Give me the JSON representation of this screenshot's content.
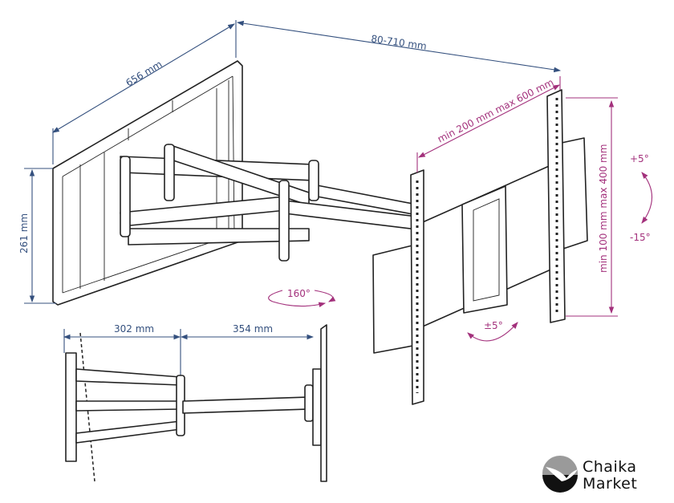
{
  "dimensions": {
    "plate_width": "656 mm",
    "extension": "80-710 mm",
    "plate_height": "261 mm",
    "vesa_horizontal": "min 200 mm max 600 mm",
    "vesa_vertical": "min 100 mm max 400 mm",
    "arm_segment_1": "302 mm",
    "arm_segment_2": "354 mm"
  },
  "angles": {
    "swivel": "160°",
    "tilt_up": "+5°",
    "tilt_down": "-15°",
    "level": "±5°"
  },
  "logo": {
    "line1": "Chaika",
    "line2": "Market"
  },
  "colors": {
    "dimension": "#34507e",
    "vesa": "#a3317c"
  }
}
